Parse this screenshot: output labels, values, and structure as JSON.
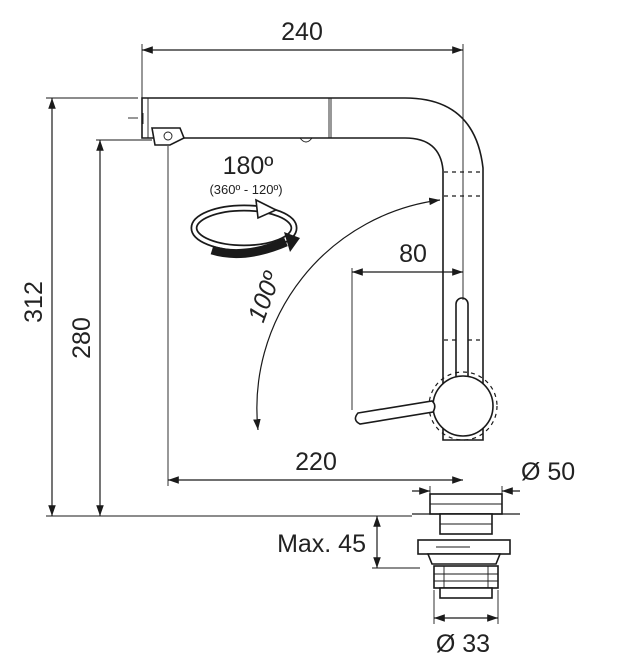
{
  "dimensions": {
    "spout_reach": "240",
    "total_height": "312",
    "spout_height": "280",
    "rotation_angle": "180º",
    "rotation_range": "(360º - 120º)",
    "lever_swing": "100º",
    "lever_offset": "80",
    "lever_reach": "220",
    "body_diameter": "Ø 50",
    "max_deck_thickness": "Max. 45",
    "hole_diameter": "Ø 33"
  },
  "colors": {
    "line": "#1a1a1a",
    "background": "#ffffff"
  }
}
